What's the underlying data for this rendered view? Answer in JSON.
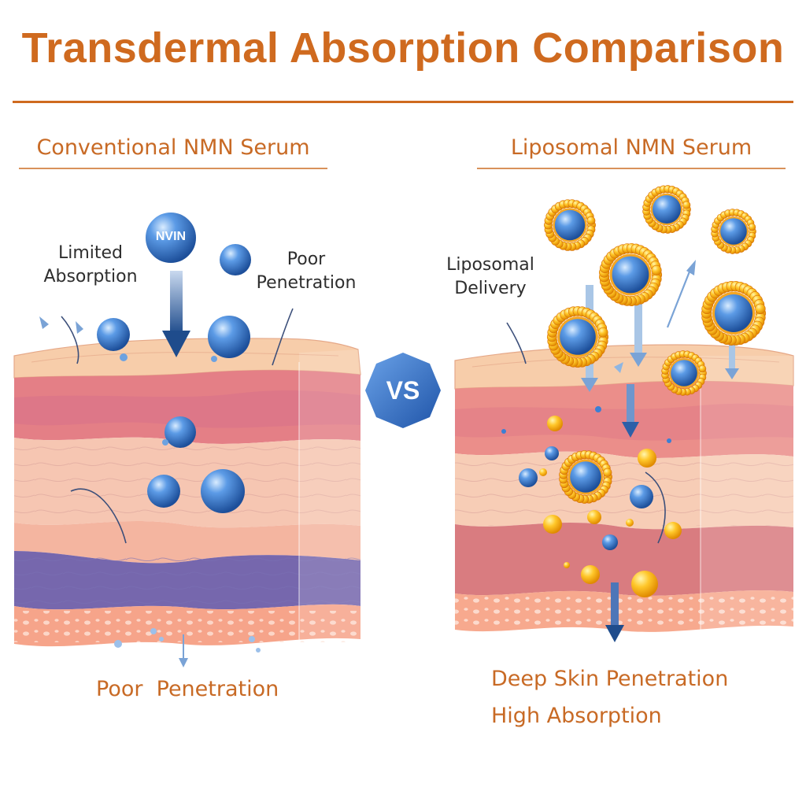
{
  "title": "Transdermal Absorption Comparison",
  "left": {
    "heading": "Conventional NMN Serum",
    "molecule_label": "NVIN",
    "label_limited": [
      "Limited",
      "Absorption"
    ],
    "label_poor": [
      "Poor",
      "Penetration"
    ],
    "caption": "Poor  Penetration"
  },
  "right": {
    "heading": "Liposomal NMN Serum",
    "label_delivery": [
      "Liposomal",
      "Delivery"
    ],
    "caption_lines": [
      "Deep Skin Penetration",
      "High Absorption"
    ]
  },
  "vs_badge": "VS",
  "colors": {
    "accent": "#cf6a1f",
    "molecule_blue": "#3b7fd4",
    "liposome_orange": "#f29a1a",
    "badge_blue": "#2f6cc0"
  }
}
